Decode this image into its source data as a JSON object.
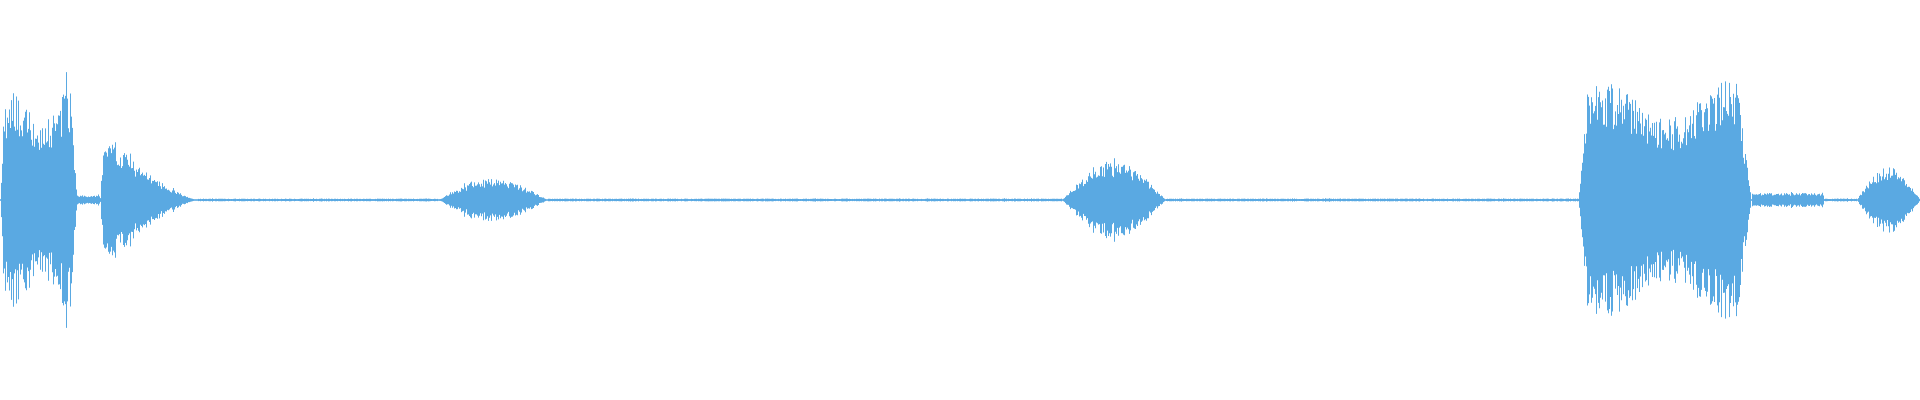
{
  "waveform": {
    "color": "#5aa9e2",
    "background": "#ffffff",
    "segments": [
      {
        "start": 0.0,
        "end": 0.04,
        "amp": 0.92,
        "shape": "plateau"
      },
      {
        "start": 0.04,
        "end": 0.052,
        "amp": 0.04,
        "shape": "flat"
      },
      {
        "start": 0.052,
        "end": 0.103,
        "amp": 0.6,
        "shape": "decay"
      },
      {
        "start": 0.103,
        "end": 0.228,
        "amp": 0.012,
        "shape": "flat"
      },
      {
        "start": 0.228,
        "end": 0.285,
        "amp": 0.18,
        "shape": "bump"
      },
      {
        "start": 0.285,
        "end": 0.553,
        "amp": 0.012,
        "shape": "flat"
      },
      {
        "start": 0.553,
        "end": 0.607,
        "amp": 0.32,
        "shape": "bump"
      },
      {
        "start": 0.607,
        "end": 0.822,
        "amp": 0.012,
        "shape": "flat"
      },
      {
        "start": 0.822,
        "end": 0.912,
        "amp": 1.0,
        "shape": "plateau"
      },
      {
        "start": 0.912,
        "end": 0.95,
        "amp": 0.06,
        "shape": "flat"
      },
      {
        "start": 0.95,
        "end": 0.967,
        "amp": 0.012,
        "shape": "flat"
      },
      {
        "start": 0.967,
        "end": 1.0,
        "amp": 0.28,
        "shape": "bump"
      }
    ]
  }
}
